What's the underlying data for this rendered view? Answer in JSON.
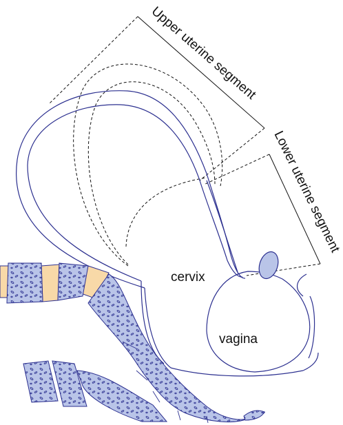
{
  "labels": {
    "upper_segment": "Upper uterine segment",
    "lower_segment": "Lower uterine segment",
    "cervix": "cervix",
    "vagina": "vagina"
  },
  "colors": {
    "outline": "#2b2f8f",
    "bone_fill": "#b9c4e8",
    "disc_fill": "#f8d9a8",
    "bone_pattern": "#2b2f8f",
    "dashed": "#111111"
  }
}
